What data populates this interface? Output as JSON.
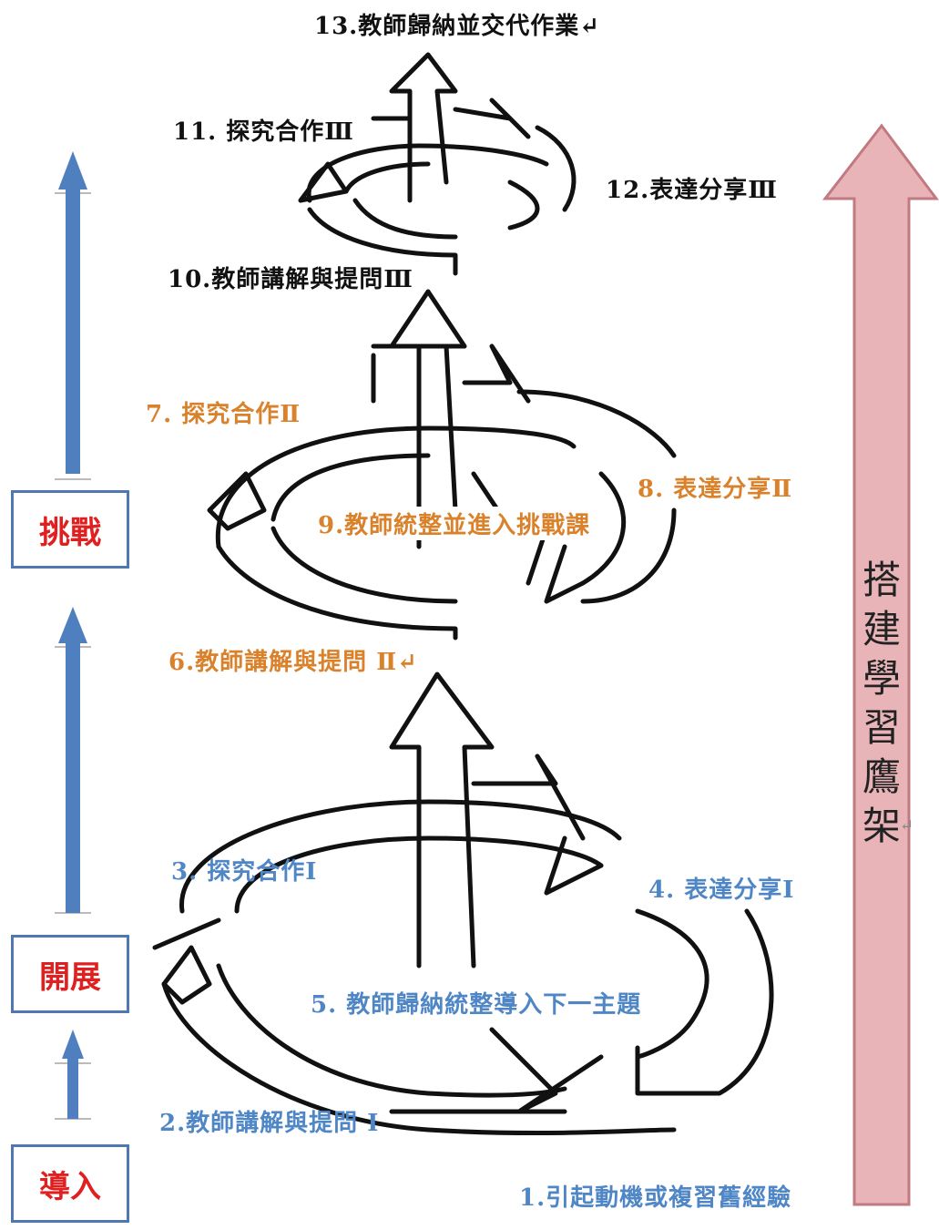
{
  "steps": {
    "s1": "1.引起動機或複習舊經驗",
    "s2": "2.教師講解與提問 Ⅰ",
    "s3": "3. 探究合作Ⅰ",
    "s4": "4. 表達分享Ⅰ",
    "s5": "5. 教師歸納統整導入下一主題",
    "s6": "6.教師講解與提問 Ⅱ↵",
    "s7": "7. 探究合作Ⅱ",
    "s8": "8. 表達分享Ⅱ",
    "s9": "9.教師統整並進入挑戰課",
    "s10": "10.教師講解與提問Ⅲ",
    "s11": "11. 探究合作Ⅲ",
    "s12": "12.表達分享Ⅲ",
    "s13": "13.教師歸納並交代作業↵"
  },
  "stages": {
    "intro": "導入",
    "develop": "開展",
    "challenge": "挑戰"
  },
  "scaffold": {
    "chars": [
      "搭",
      "建",
      "學",
      "習",
      "鷹",
      "架"
    ],
    "tail_mark": "↵"
  },
  "colors": {
    "phase1": "#4f86c6",
    "phase2": "#d9822b",
    "phase3": "#111111",
    "stage_text": "#e02020",
    "stage_border": "#4f77b0",
    "left_arrow": "#4f7fbf",
    "scaffold_fill": "#e8b4b8",
    "scaffold_stroke": "#c07a80"
  },
  "icons": {
    "cycle": "circular-arrow-icon",
    "up": "up-arrow-icon",
    "scaffold": "large-up-arrow-icon"
  }
}
